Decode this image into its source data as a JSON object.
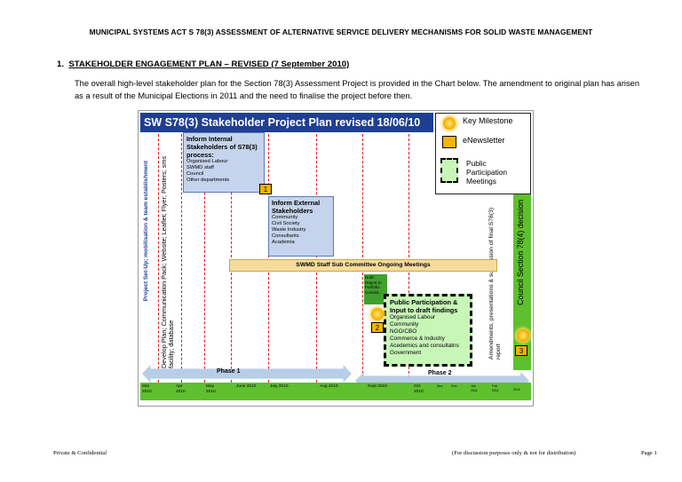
{
  "header": {
    "title": "MUNICIPAL SYSTEMS ACT S 78(3) ASSESSMENT OF ALTERNATIVE SERVICE DELIVERY MECHANISMS FOR SOLID WASTE MANAGEMENT"
  },
  "section": {
    "number": "1.",
    "title": "STAKEHOLDER ENGAGEMENT PLAN – REVISED (7 September 2010)"
  },
  "paragraph": "The overall high-level stakeholder plan for the Section 78(3) Assessment Project is provided in the Chart below. The amendment to original plan has arisen as a result of the Municipal Elections in 2011 and the need to finalise the project before then.",
  "chart": {
    "title": "SW S78(3) Stakeholder Project Plan revised 18/06/10",
    "legend": {
      "heading": "Key Milestone",
      "newsletter": "eNewsletter",
      "meetings": "Public Participation Meetings"
    },
    "vertical_labels": {
      "setup": "Project Set-Up; mobilisation & team establishment",
      "develop": "Develop Plan; Communication Pack; Website; Leaflet; Flyer; Posters; sms facility; database",
      "amendments": "Amendments, presentations & submission of final S78(3) report",
      "council": "Council Section 78(4) decision"
    },
    "internal": {
      "title": "Inform Internal Stakeholders of S78(3) process:",
      "items": [
        "Organised Labour",
        "SWMD staff",
        "Council",
        "Other departments"
      ]
    },
    "external": {
      "title": "Inform External Stakeholders",
      "items": [
        "Community",
        "Civil Society",
        "Waste Industry",
        "Consultants",
        "Academia"
      ]
    },
    "committee": "SWMD Staff Sub Committee Ongoing Meetings",
    "draft_report": "Draft Report to Portfolio Commit...",
    "public": {
      "title": "Public Participation & Input to draft findings",
      "items": [
        "Organised Labour",
        "Community",
        "NGO/CBO",
        "Commerce  & Industry",
        "Acedemics and consultatns",
        "Government"
      ]
    },
    "milestones": [
      "1",
      "2",
      "3"
    ],
    "phases": [
      "Phase 1",
      "Phase 2"
    ],
    "months": [
      "Mar 2010",
      "Apr 2010",
      "May 2010",
      "June 2010",
      "July 2010",
      "Aug 2010",
      "Sept 2010",
      "Oct 2010",
      "Nov",
      "Dec",
      "Jan 2011",
      "Feb 2011",
      "2011"
    ]
  },
  "footer": {
    "left": "Private & Confidential",
    "center": "(For discussion purposes only & not for distribution)",
    "right": "Page 1"
  }
}
